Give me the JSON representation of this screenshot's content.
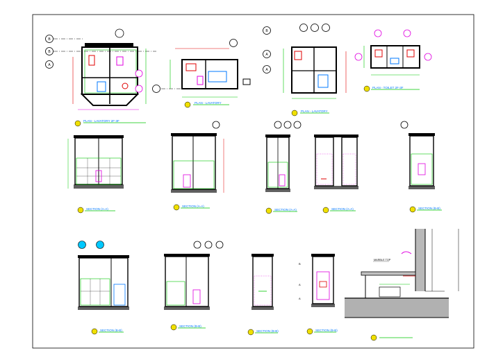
{
  "colors": {
    "line": "#000000",
    "green": "#00c800",
    "red": "#e00000",
    "magenta": "#e000e0",
    "blue": "#0078ff",
    "yellow": "#f0e000",
    "cyan": "#00c8ff",
    "hatch": "#606060"
  },
  "plans": [
    {
      "title": "PLAN - LAVATORY 2F-3F"
    },
    {
      "title": "PLAN - LAVATORY"
    },
    {
      "title": "PLAN - LAVATORY"
    },
    {
      "title": "PLAN - TOILET 2F-3F"
    }
  ],
  "sections": [
    {
      "title": "SECTION (A-A)"
    },
    {
      "title": "SECTION (A-A)"
    },
    {
      "title": "SECTION (A-A)"
    },
    {
      "title": "SECTION (A-A)"
    },
    {
      "title": "SECTION (B-B)"
    },
    {
      "title": "SECTION (B-B)"
    },
    {
      "title": "SECTION (B-B)"
    },
    {
      "title": "SECTION (B-B)"
    },
    {
      "title": "SECTION (B-B)"
    }
  ],
  "detail": {
    "title": "",
    "note": "MARBLE TOP"
  },
  "grid_tags": {
    "p1": [
      "B",
      "B",
      "A"
    ],
    "p3": [
      "B",
      "A",
      "A"
    ],
    "s4": [
      "B",
      "A",
      "A"
    ]
  }
}
